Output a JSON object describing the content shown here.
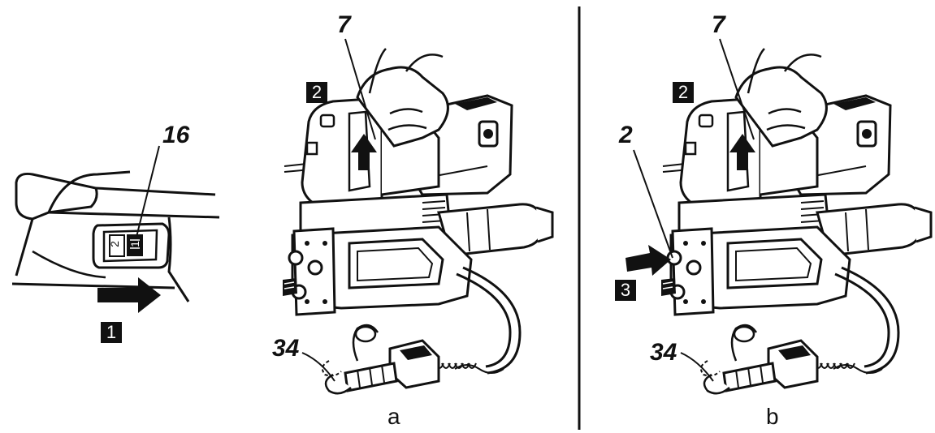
{
  "callouts": {
    "selector_switch": "16",
    "trigger_a": "7",
    "trigger_b": "7",
    "button_b": "2",
    "hose_end_a": "34",
    "hose_end_b": "34"
  },
  "steps": {
    "step1": "1",
    "step2_a": "2",
    "step2_b": "2",
    "step3": "3"
  },
  "switch_positions": {
    "pos_2": "2",
    "pos_1": "1"
  },
  "panels": {
    "a": "a",
    "b": "b"
  }
}
